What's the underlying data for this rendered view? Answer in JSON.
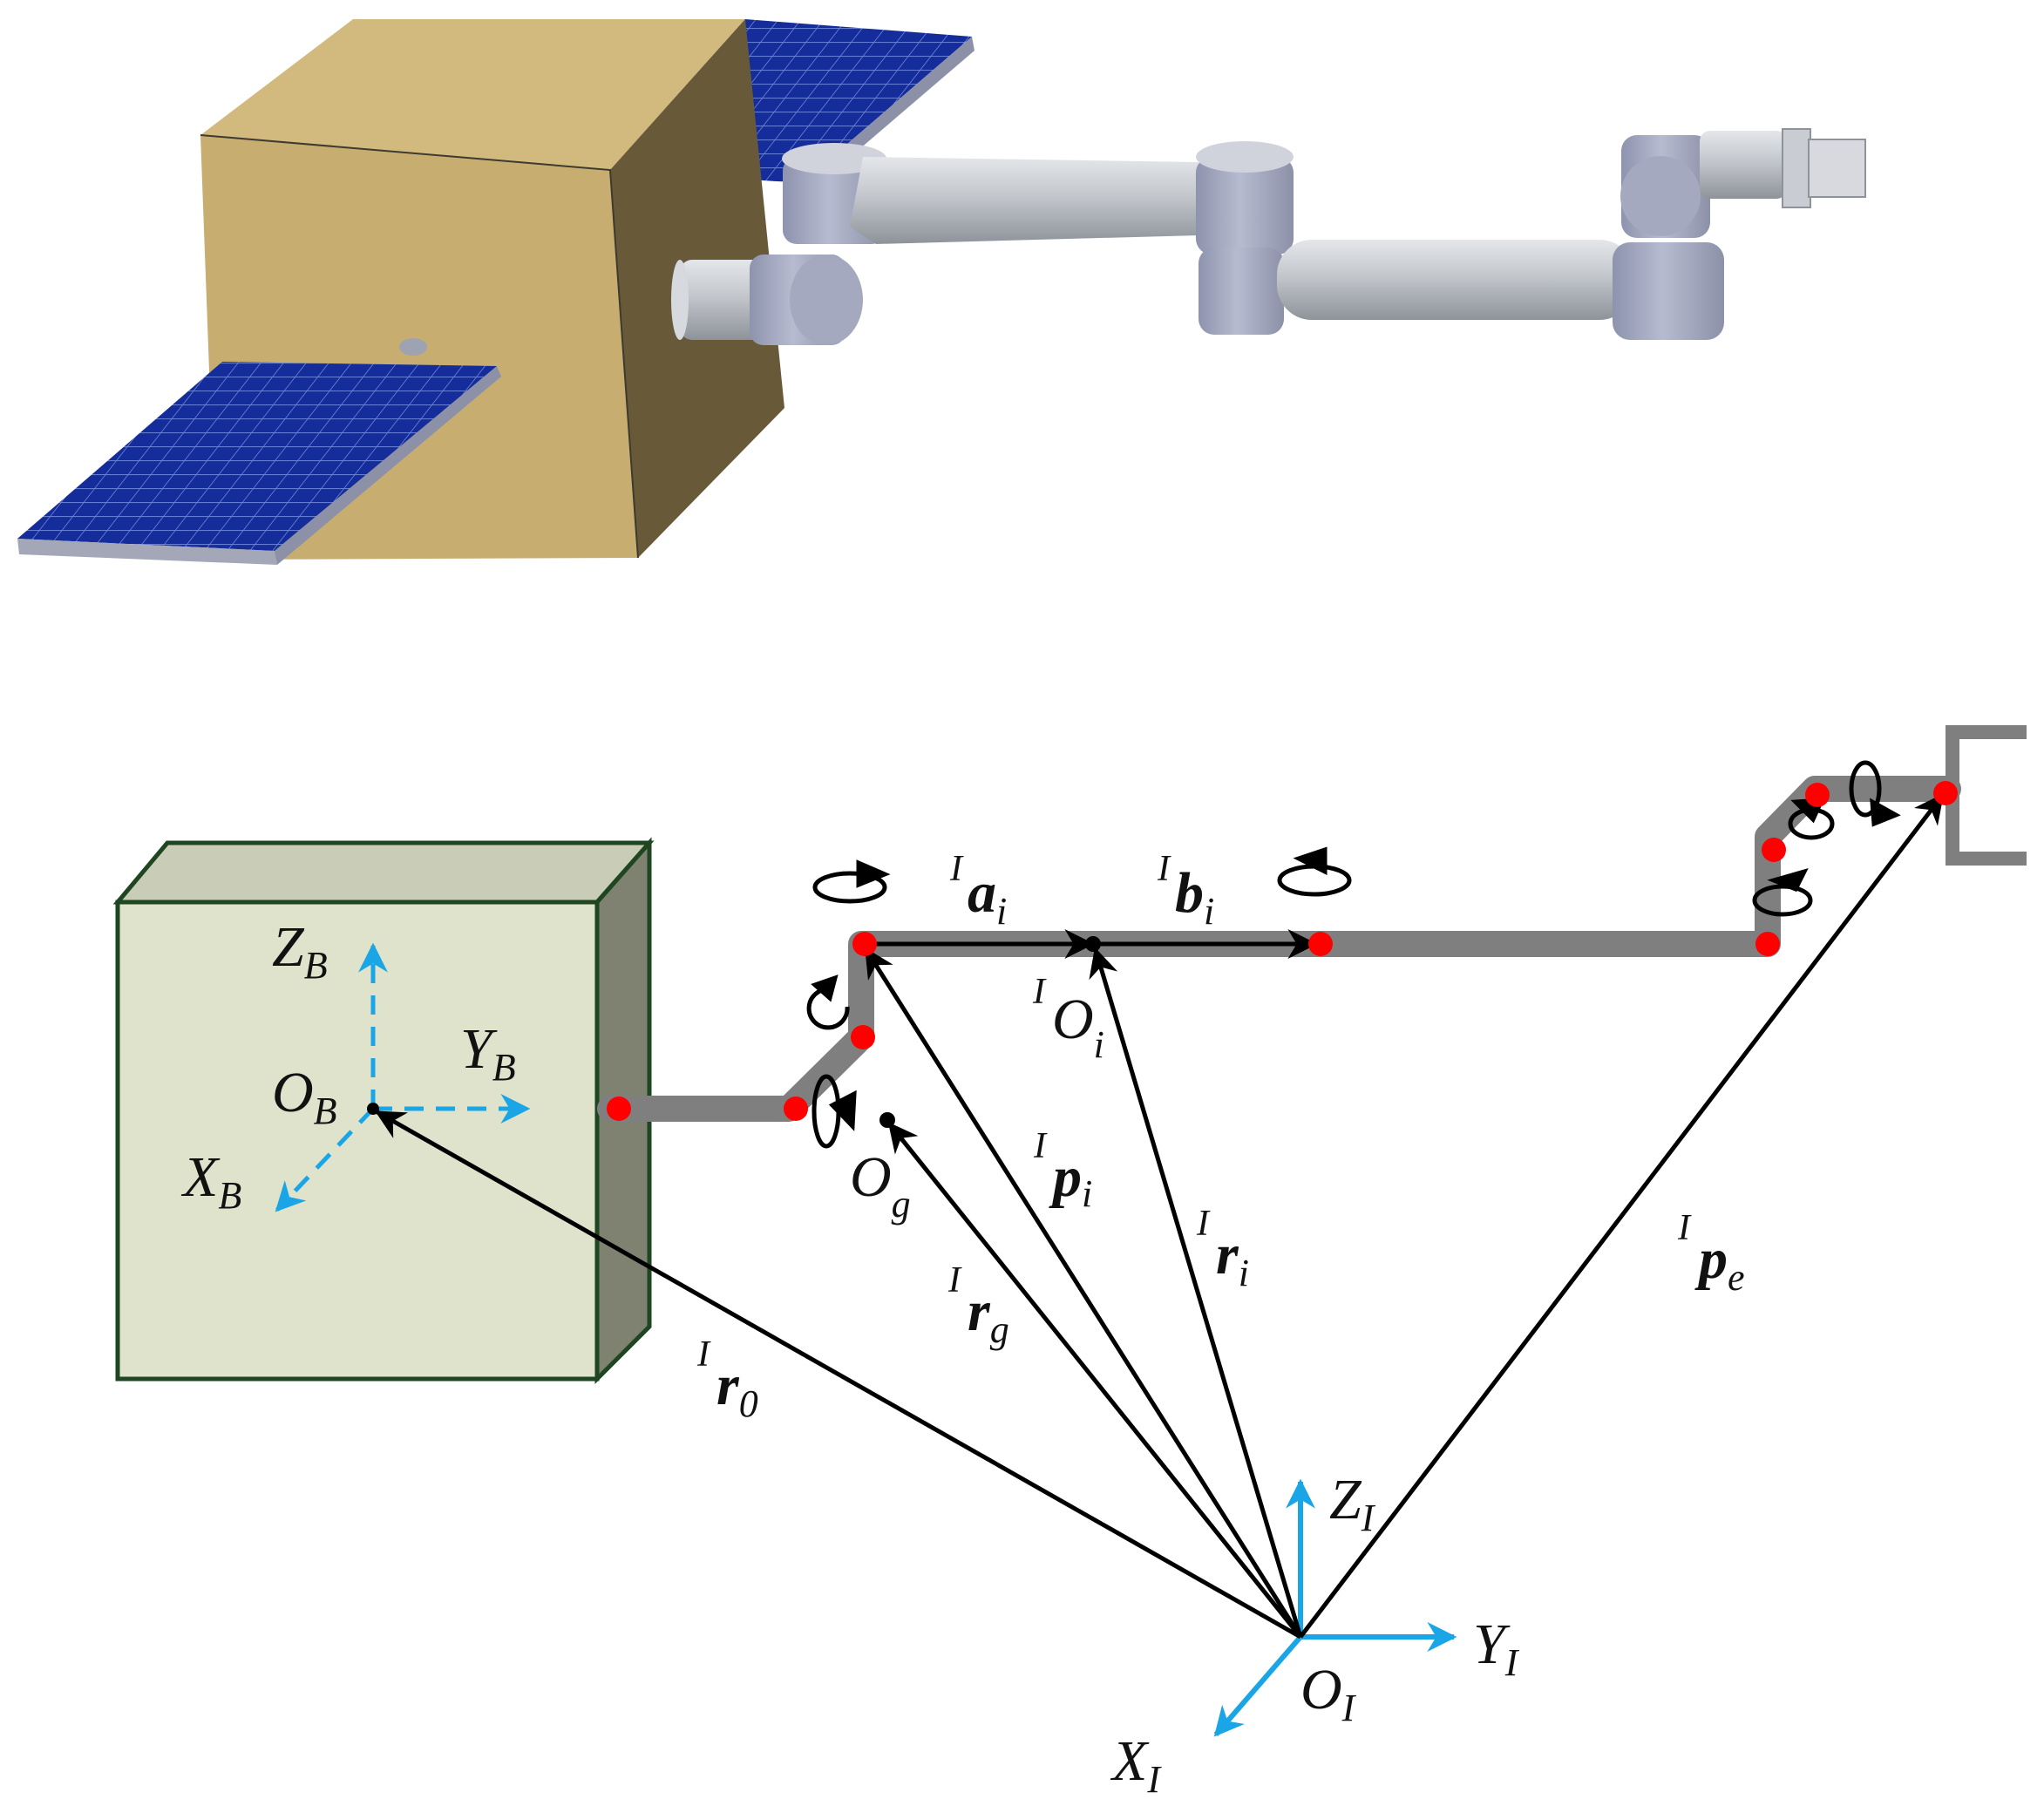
{
  "colors": {
    "bus_top": "#c7ad70",
    "bus_side": "#685a39",
    "solar_panel": "#152d9a",
    "solar_grid": "#6f86d6",
    "arm_link": "#c3c7cc",
    "arm_joint": "#9fa4bc",
    "schematic_box_front": "#dfe3cc",
    "schematic_box_side": "#7f8171",
    "schematic_box_edge": "#1e4620",
    "schematic_link": "#7f7f7f",
    "joint_point": "#ff0000",
    "base_frame_axis": "#1aa6e6",
    "inertial_frame_axis": "#1aa6e6",
    "vector_arrow": "#000000"
  },
  "icons": {
    "model_rendering": "satellite-with-robot-arm-3d",
    "joint_rotation": "rotation-arrow-icon"
  },
  "labels": {
    "ZB": {
      "main": "Z",
      "sub": "B"
    },
    "YB": {
      "main": "Y",
      "sub": "B"
    },
    "OB": {
      "main": "O",
      "sub": "B"
    },
    "XB": {
      "main": "X",
      "sub": "B"
    },
    "Og": {
      "main": "O",
      "sub": "g"
    },
    "ai": {
      "sup": "I",
      "main": "a",
      "sub": "i"
    },
    "bi": {
      "sup": "I",
      "main": "b",
      "sub": "i"
    },
    "Oi": {
      "sup": "I",
      "main": "O",
      "sub": "i"
    },
    "pi": {
      "sup": "I",
      "main": "p",
      "sub": "i"
    },
    "ri": {
      "sup": "I",
      "main": "r",
      "sub": "i"
    },
    "rg": {
      "sup": "I",
      "main": "r",
      "sub": "g"
    },
    "r0": {
      "sup": "I",
      "main": "r",
      "sub": "0"
    },
    "pe": {
      "sup": "I",
      "main": "p",
      "sub": "e"
    },
    "ZI": {
      "main": "Z",
      "sub": "I"
    },
    "YI": {
      "main": "Y",
      "sub": "I"
    },
    "OI": {
      "main": "O",
      "sub": "I"
    },
    "XI": {
      "main": "X",
      "sub": "I"
    }
  }
}
